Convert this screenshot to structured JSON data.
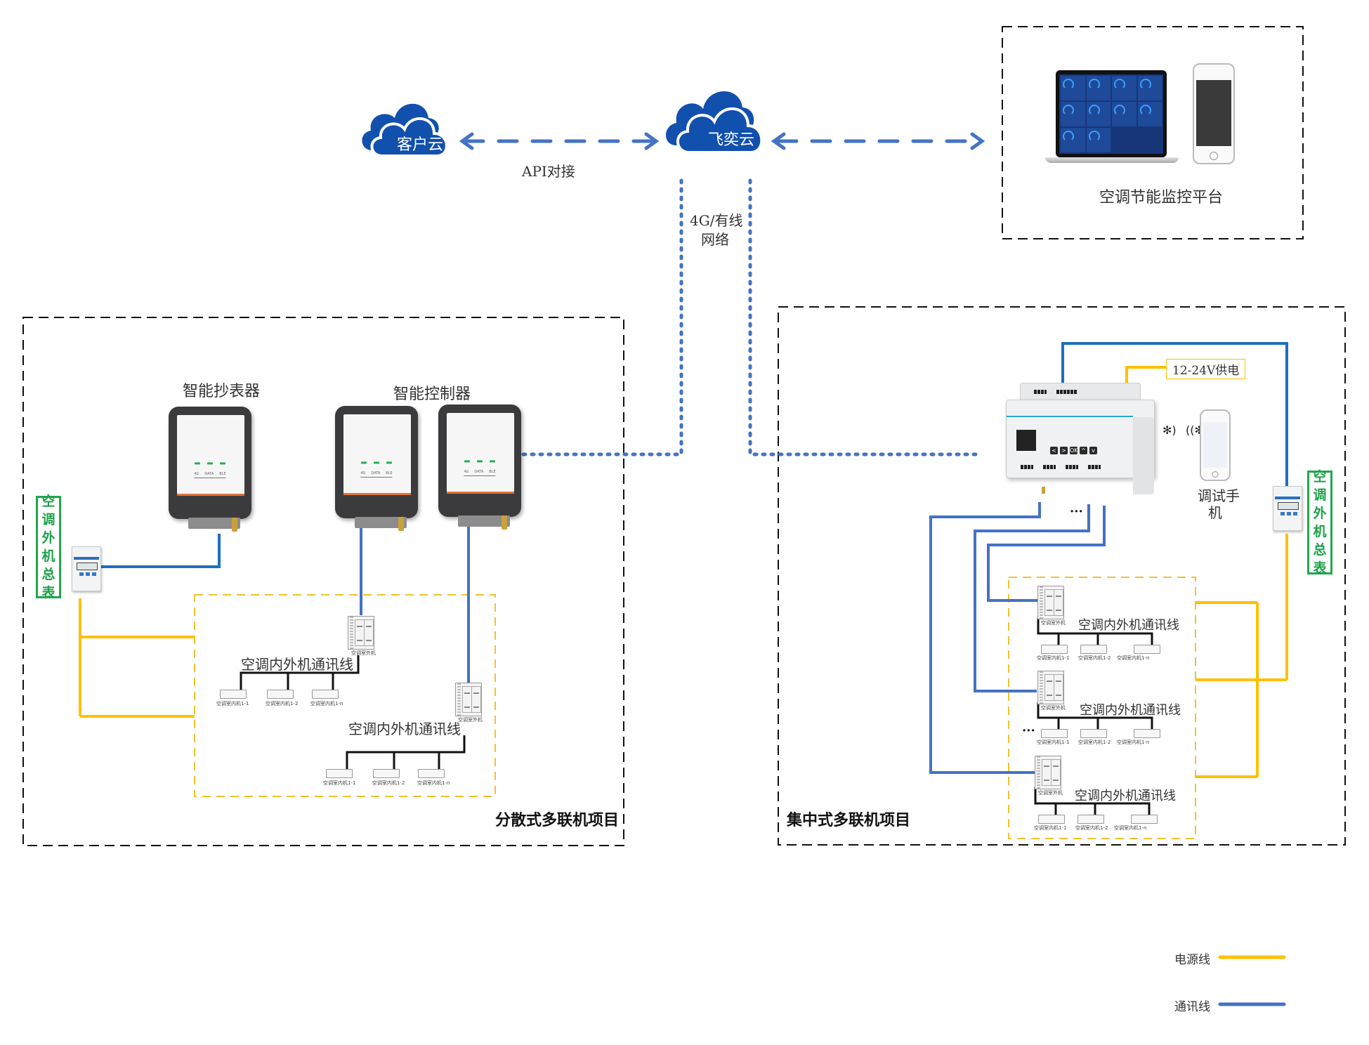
{
  "clouds": {
    "customer": {
      "label": "客户云"
    },
    "feiyi": {
      "label": "飞奕云"
    }
  },
  "links": {
    "api": "API对接",
    "network_line1": "4G/有线",
    "network_line2": "网络"
  },
  "platform": {
    "title": "空调节能监控平台"
  },
  "distributed": {
    "title": "分散式多联机项目",
    "meter_reader_label": "智能抄表器",
    "controller_label": "智能控制器",
    "device_leds": [
      "4G",
      "DATA",
      "BLE"
    ],
    "main_meter_label": [
      "空",
      "调",
      "外",
      "机",
      "总",
      "表"
    ],
    "comm_line_label": "空调内外机通讯线",
    "outdoor_unit": "空调室外机",
    "indoor_units": [
      "空调室内机1-1",
      "空调室内机1-2",
      "空调室内机1-n"
    ]
  },
  "centralized": {
    "title": "集中式多联机项目",
    "power_label": "12-24V供电",
    "debug_phone_line1": "调试手",
    "debug_phone_line2": "机",
    "ellipsis": "···",
    "main_meter_label": [
      "空",
      "调",
      "外",
      "机",
      "总",
      "表"
    ],
    "comm_line_label": "空调内外机通讯线",
    "outdoor_unit": "空调室外机",
    "indoor_units": [
      "空调室内机1-1",
      "空调室内机1-2",
      "空调室内机1-n"
    ],
    "bluetooth_icon": "bluetooth-icon",
    "keys": [
      "<",
      ">",
      "OK",
      "^",
      "v"
    ]
  },
  "legend": {
    "power": {
      "label": "电源线",
      "color": "#ffc000"
    },
    "comm": {
      "label": "通讯线",
      "color": "#4472c4"
    }
  },
  "colors": {
    "cloud": "#1250ad",
    "comm_line": "#4472c4",
    "power_line": "#ffc000",
    "meter_tag": "#20a84e"
  }
}
